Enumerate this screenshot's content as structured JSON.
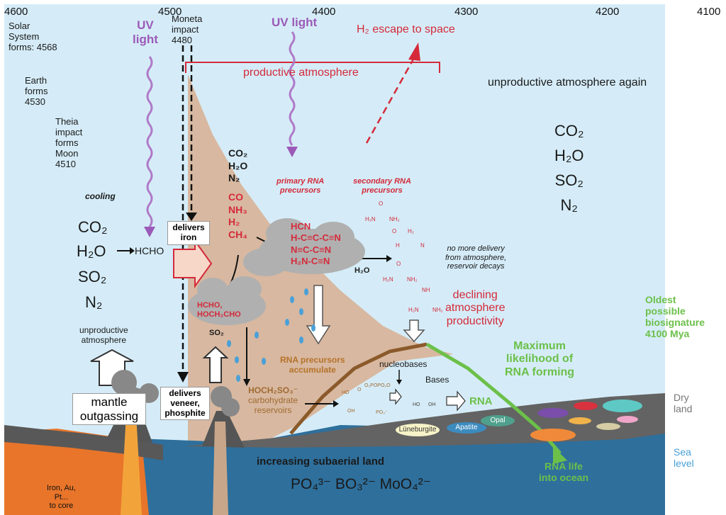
{
  "axis": {
    "ticks": [
      "4600",
      "4500",
      "4400",
      "4300",
      "4200",
      "4100"
    ]
  },
  "events": {
    "solar_system": [
      "Solar",
      "System",
      "forms: 4568"
    ],
    "earth": [
      "Earth",
      "forms",
      "4530"
    ],
    "theia": [
      "Theia",
      "impact",
      "forms",
      "Moon",
      "4510"
    ],
    "moneta": [
      "Moneta",
      "impact",
      "4480"
    ]
  },
  "uv_left": [
    "UV",
    "light"
  ],
  "uv_center": "UV light",
  "h2_escape": "H₂ escape to space",
  "productive_atmosphere": "productive atmosphere",
  "unproductive_again": "unproductive atmosphere again",
  "right_gases": [
    "CO₂",
    "H₂O",
    "SO₂",
    "N₂"
  ],
  "left_gases": {
    "co2": "CO₂",
    "h2o": "H₂O",
    "hcho": "HCHO",
    "so2": "SO₂",
    "n2": "N₂"
  },
  "cooling": "cooling",
  "delivers_iron": [
    "delivers",
    "iron"
  ],
  "delivers_veneer": [
    "delivers",
    "veneer,",
    "phosphite"
  ],
  "mantle_outgassing": [
    "mantle",
    "outgassing"
  ],
  "unproductive_atmosphere": [
    "unproductive",
    "atmosphere"
  ],
  "atmos_black": [
    "CO₂",
    "H₂O",
    "N₂"
  ],
  "atmos_red": [
    "CO",
    "NH₃",
    "H₂",
    "CH₄"
  ],
  "hcn_cloud": [
    "HCN",
    "H-C≡C-C≡N",
    "N≡C-C≡N",
    "H₂N-C≡N"
  ],
  "h2o_small": "H₂O",
  "hcho_cloud": [
    "HCHO,",
    "HOCH₂CHO"
  ],
  "so2_small": "SO₂",
  "primary": [
    "primary RNA",
    "precursors"
  ],
  "secondary": [
    "secondary RNA",
    "precursors"
  ],
  "no_more_delivery": [
    "no more delivery",
    "from atmosphere,",
    "reservoir decays"
  ],
  "declining": [
    "declining",
    "atmosphere",
    "productivity"
  ],
  "rna_precursors": [
    "RNA precursors",
    "accumulate"
  ],
  "carbo": [
    "HOCH₂SO₃⁻",
    "carbohydrate",
    "reservoirs"
  ],
  "nucleobases": "nucleobases",
  "bases": "Bases",
  "rna": "RNA",
  "max_likelihood": [
    "Maximum",
    "likelihood of",
    "RNA forming"
  ],
  "oldest": [
    "Oldest",
    "possible",
    "biosignature",
    "4100 Mya"
  ],
  "dry_land": [
    "Dry",
    "land"
  ],
  "sea_level": [
    "Sea",
    "level"
  ],
  "rna_life": [
    "RNA life",
    "into ocean"
  ],
  "increasing_land": "increasing subaerial land",
  "ions": "PO₄³⁻ BO₃²⁻ MoO₄²⁻",
  "core": [
    "Iron, Au,",
    "Pt...",
    "to core"
  ],
  "minerals": {
    "luneburgite": "Lüneburgite",
    "apatite": "Apatite",
    "opal": "Opal"
  },
  "molecules": {
    "urea": [
      "O",
      "H₂N",
      "NH₂"
    ],
    "cyanoacetaldehyde": [
      "O",
      "H₂",
      "H",
      "N"
    ],
    "guanidine": [
      "NH",
      "H₂N",
      "NH₂"
    ],
    "sugar": [
      "HO",
      "O",
      "O₂POPO₂O",
      "OH",
      "PO₃⁻"
    ],
    "nucleoside": [
      "HO",
      "OH"
    ]
  },
  "colors": {
    "sky": "#d5ecf8",
    "plume": "#d8b8a0",
    "ocean": "#2e6f9c",
    "land": "#6a6a6a",
    "mantle": "#e8752a",
    "green": "#6cc04a",
    "red_text": "#d42a3a",
    "purple": "#9b5ab8"
  }
}
